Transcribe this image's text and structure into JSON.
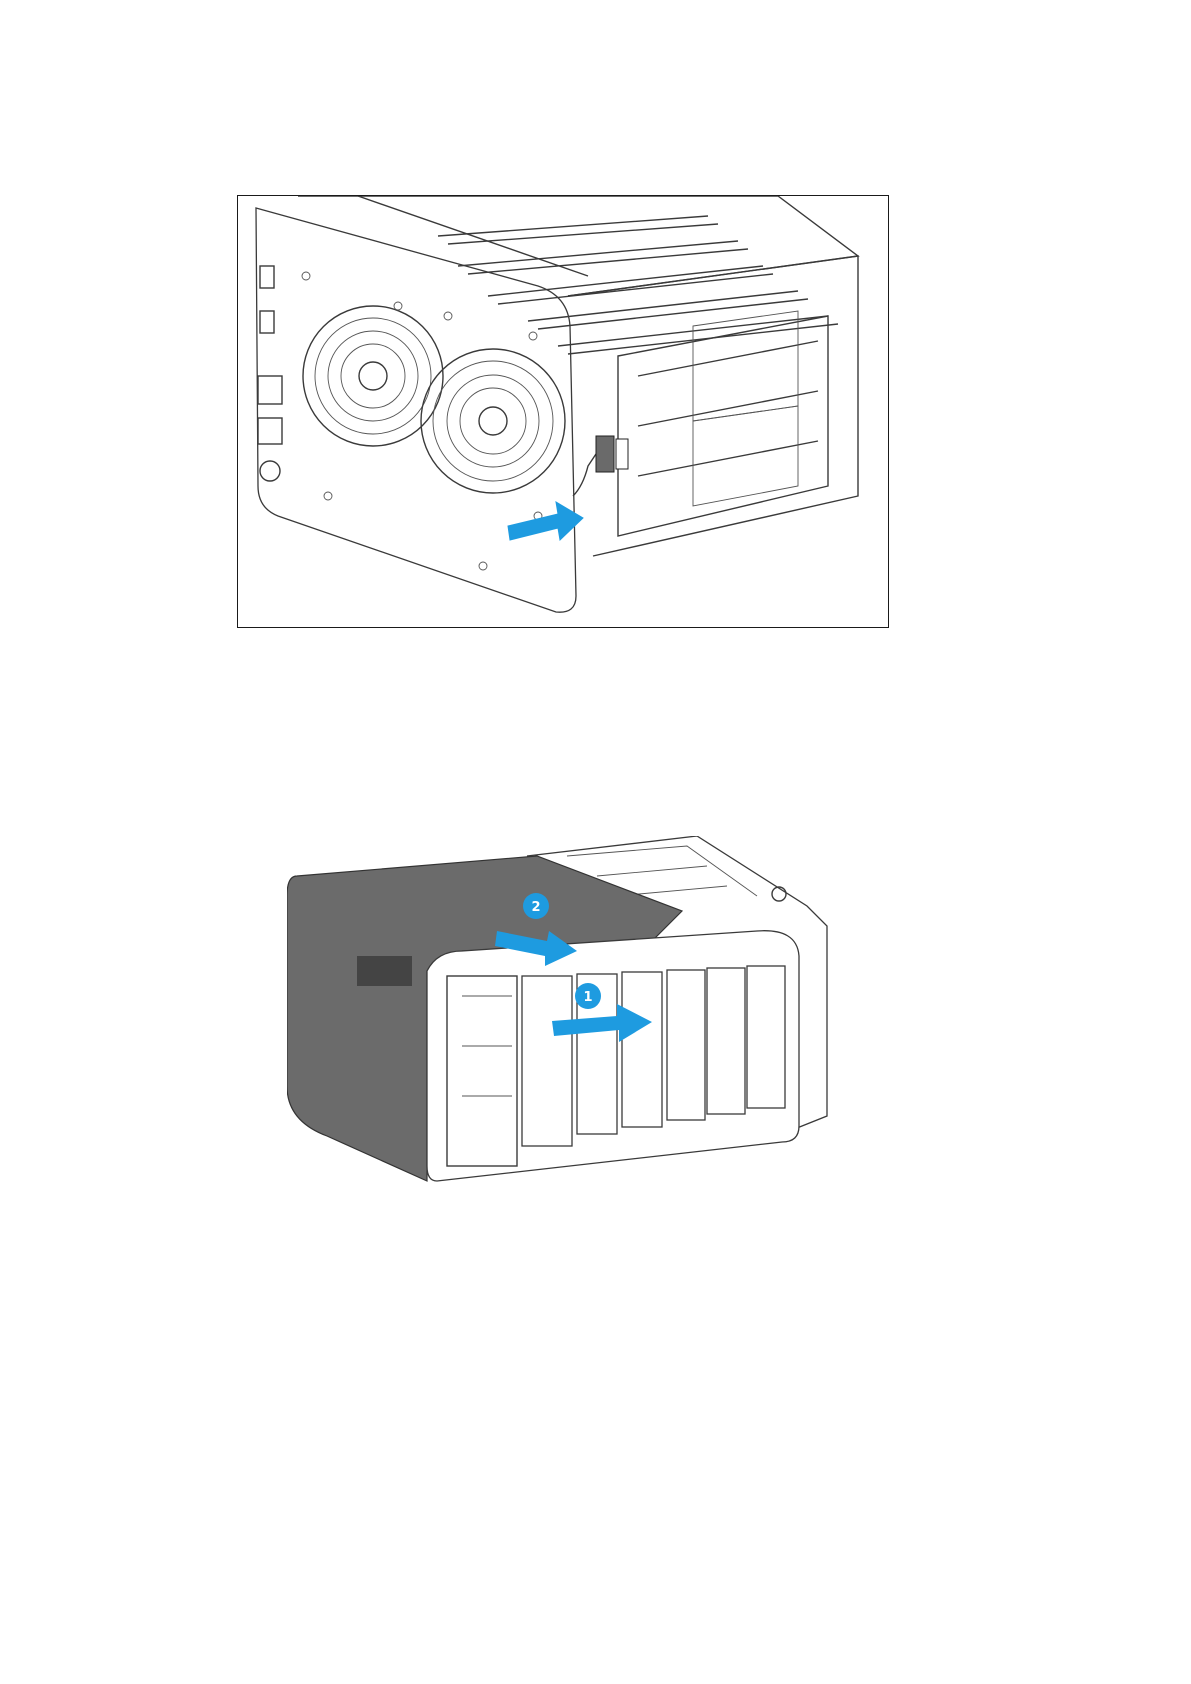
{
  "figures": [
    {
      "id": "fan-cable-figure",
      "bordered": true
    },
    {
      "id": "cover-removal-figure",
      "bordered": false,
      "callouts": [
        "1",
        "2"
      ]
    }
  ],
  "colors": {
    "arrow": "#1e9be0",
    "callout": "#1e9be0",
    "casing": "#6b6b6b",
    "line": "#3a3a3a"
  }
}
